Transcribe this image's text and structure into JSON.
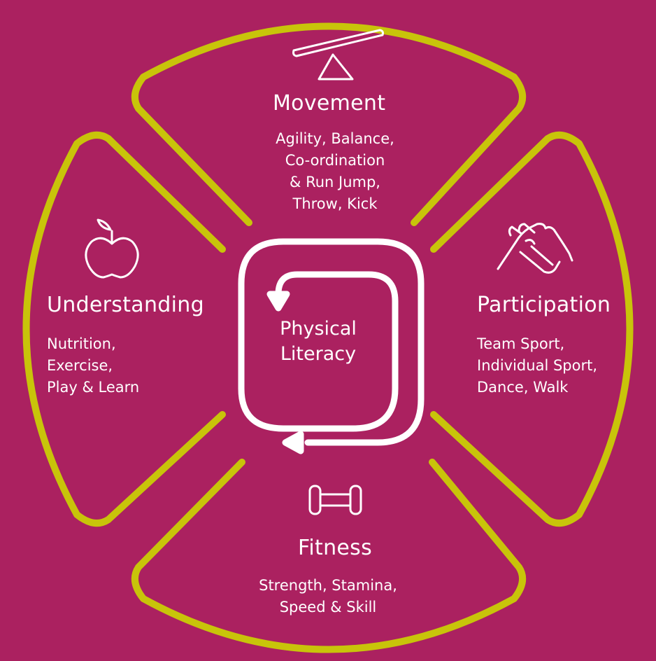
{
  "colors": {
    "background": "#AB2160",
    "outline": "#C8C40A",
    "foreground": "#FFFFFF"
  },
  "center": {
    "line1": "Physical",
    "line2": "Literacy"
  },
  "segments": {
    "movement": {
      "icon": "seesaw-icon",
      "title": "Movement",
      "lines": [
        "Agility, Balance,",
        "Co-ordination",
        "& Run Jump,",
        "Throw, Kick"
      ]
    },
    "understanding": {
      "icon": "apple-icon",
      "title": "Understanding",
      "lines": [
        "Nutrition,",
        "Exercise,",
        "Play & Learn"
      ]
    },
    "participation": {
      "icon": "clasped-hands-icon",
      "title": "Participation",
      "lines": [
        "Team Sport,",
        "Individual Sport,",
        "Dance, Walk"
      ]
    },
    "fitness": {
      "icon": "dumbbell-icon",
      "title": "Fitness",
      "lines": [
        "Strength, Stamina,",
        "Speed & Skill"
      ]
    }
  }
}
